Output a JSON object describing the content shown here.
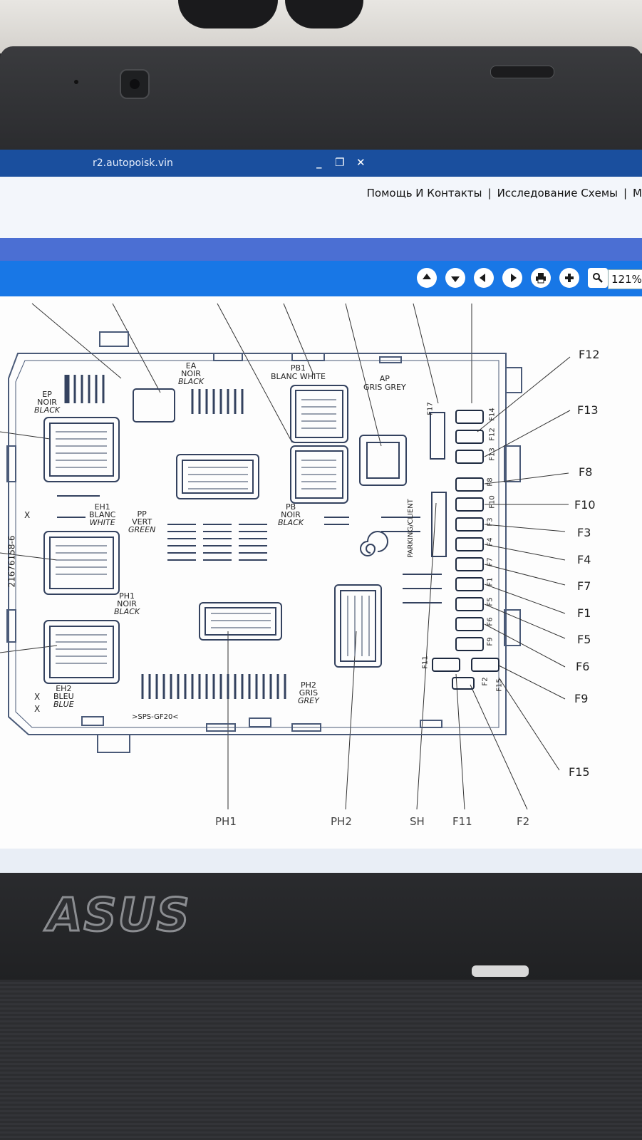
{
  "browser": {
    "url": "r2.autopoisk.vin",
    "controls": [
      "_",
      "❐",
      "✕"
    ]
  },
  "menu": {
    "items": [
      "Помощь И Контакты",
      "Исследование Схемы",
      "M"
    ]
  },
  "toolbar": {
    "buttons": [
      "arrow-up-icon",
      "arrow-down-icon",
      "arrow-left-icon",
      "arrow-right-icon",
      "print-icon",
      "plus-icon",
      "zoom-icon"
    ],
    "zoom": "121%"
  },
  "diagram": {
    "connectors": {
      "ep": [
        "EP",
        "NOIR",
        "BLACK"
      ],
      "ea": [
        "EA",
        "NOIR",
        "BLACK"
      ],
      "pb1": [
        "PB1",
        "BLANC WHITE"
      ],
      "ap": [
        "AP",
        "GRIS GREY"
      ],
      "pb": [
        "PB",
        "NOIR",
        "BLACK"
      ],
      "eh1": [
        "EH1",
        "BLANC",
        "WHITE"
      ],
      "pp": [
        "PP",
        "VERT",
        "GREEN"
      ],
      "ph1": [
        "PH1",
        "NOIR",
        "BLACK"
      ],
      "eh2": [
        "EH2",
        "BLEU",
        "BLUE"
      ],
      "ph2": [
        "PH2",
        "GRIS",
        "GREY"
      ]
    },
    "part_number": "21676158-6",
    "marker": "X",
    "parking": "PARKING/CLIENT",
    "sps": ">SPS-GF20<",
    "fuse_small": [
      "F17",
      "F14",
      "F12",
      "F13",
      "F8",
      "F10",
      "F3",
      "F4",
      "F7",
      "F1",
      "F5",
      "F6",
      "F9",
      "F11",
      "F2",
      "F15"
    ],
    "fuse_callouts": [
      "F12",
      "F13",
      "F8",
      "F10",
      "F3",
      "F4",
      "F7",
      "F1",
      "F5",
      "F6",
      "F9",
      "F15"
    ],
    "bottom_labels": [
      "PH1",
      "PH2",
      "SH",
      "F11",
      "F2"
    ]
  },
  "laptop": {
    "brand": "ASUS"
  }
}
